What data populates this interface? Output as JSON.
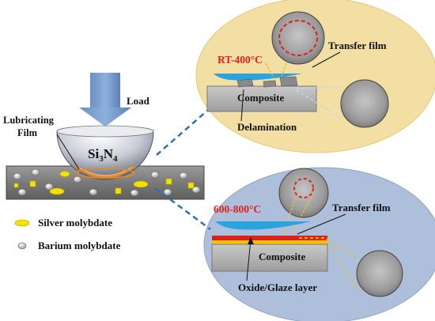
{
  "diagram": {
    "load_label": "Load",
    "lubricating_film_label": "Lubricating\nFilm",
    "ball_label": {
      "base": "Si",
      "sub1": "3",
      "mid": "N",
      "sub2": "4"
    },
    "legend": [
      {
        "label": "Silver molybdate",
        "color": "#f2e200"
      },
      {
        "label": "Barium molybdate",
        "color": "#c8c8c8"
      }
    ]
  },
  "panel_low_temp": {
    "temperature_label": "RT-400°C",
    "transfer_film_label": "Transfer film",
    "composite_label": "Composite",
    "delamination_label": "Delamination",
    "background_color": "#f3dfa3"
  },
  "panel_high_temp": {
    "temperature_label": "600-800°C",
    "transfer_film_label": "Transfer film",
    "composite_label": "Composite",
    "oxide_label": "Oxide/Glaze layer",
    "background_color": "#aebfdc"
  }
}
